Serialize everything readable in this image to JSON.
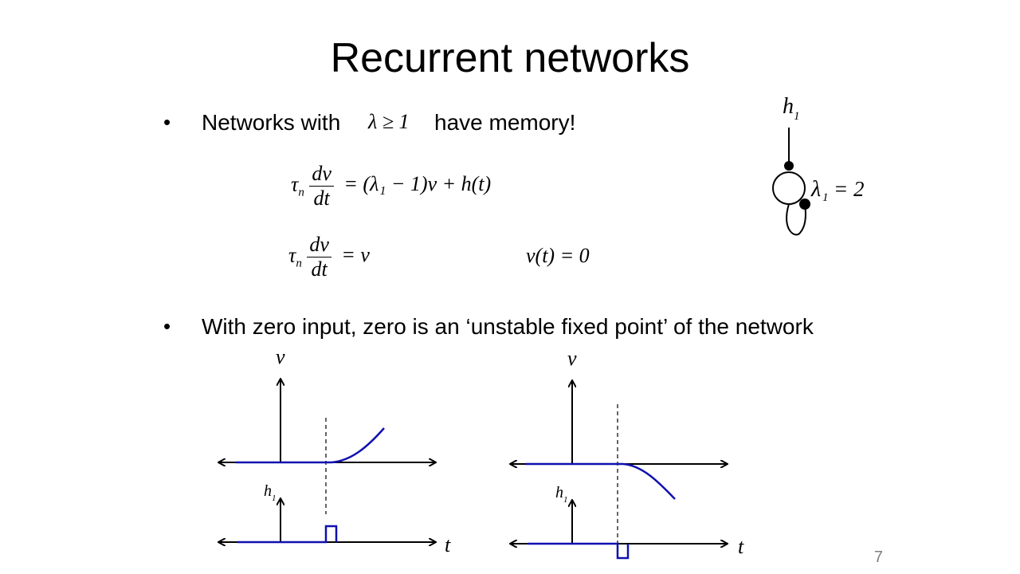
{
  "slide": {
    "title": "Recurrent networks",
    "page_number": "7"
  },
  "bullets": {
    "b1_prefix": "Networks with",
    "b1_math": "λ ≥ 1",
    "b1_suffix": "have memory!",
    "b2": "With zero input, zero is an ‘unstable fixed point’ of the network",
    "bullet_char": "•"
  },
  "equations": {
    "tau": "τ",
    "n": "n",
    "num": "dv",
    "den": "dt",
    "eq1_rhs": "= (λ₁ − 1)v + h(t)",
    "eq2_rhs": "= v",
    "solution": "v(t) = 0"
  },
  "network": {
    "input_label": "h",
    "input_sub": "1",
    "weight_label": "λ",
    "weight_sub": "1",
    "weight_value": "= 2"
  },
  "plots": {
    "v_label": "v",
    "h_label": "h",
    "h_sub": "1",
    "t_label": "t",
    "line_color": "#1010b0"
  }
}
